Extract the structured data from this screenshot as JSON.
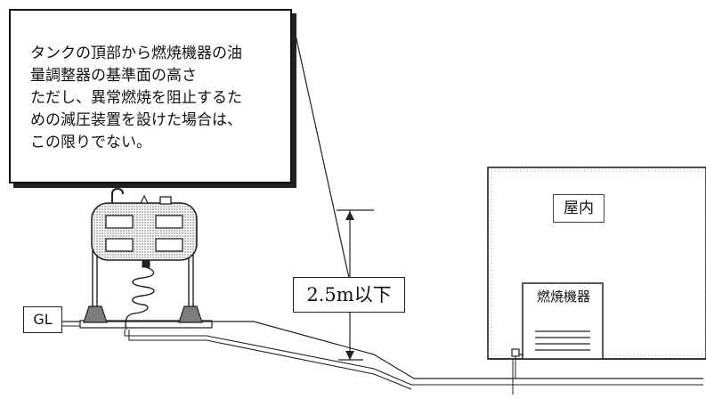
{
  "callout": {
    "lines": [
      "タンクの頂部から燃焼機器の油",
      "量調整器の基準面の高さ",
      "ただし、異常燃焼を阻止するた",
      "めの減圧装置を設けた場合は、",
      "この限りでない。"
    ]
  },
  "labels": {
    "ground_level": "GL",
    "max_height": "2.5m以下",
    "indoor": "屋内",
    "burner": "燃焼機器"
  },
  "colors": {
    "line": "#222222",
    "dotted_fill": "#b8b8b8",
    "tank_fill": "#efefef"
  }
}
